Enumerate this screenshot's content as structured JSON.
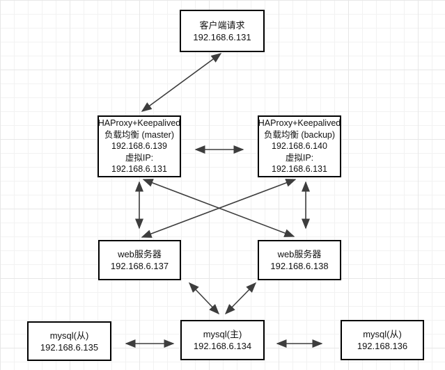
{
  "canvas": {
    "background": "#ffffff",
    "grid_color": "#e7e7e7",
    "edge_color": "#3d3d3d",
    "node_border_color": "#000000",
    "node_fill_color": "#ffffff"
  },
  "nodes": {
    "client": {
      "lines": [
        "客户端请求",
        "192.168.6.131"
      ]
    },
    "lb_master": {
      "lines": [
        "HAProxy+Keepalived",
        "负载均衡 (master)",
        "192.168.6.139",
        "虚拟IP:",
        "192.168.6.131"
      ]
    },
    "lb_backup": {
      "lines": [
        "HAProxy+Keepalived",
        "负载均衡 (backup)",
        "192.168.6.140",
        "虚拟IP:",
        "192.168.6.131"
      ]
    },
    "web_1": {
      "lines": [
        "web服务器",
        "192.168.6.137"
      ]
    },
    "web_2": {
      "lines": [
        "web服务器",
        "192.168.6.138"
      ]
    },
    "mysql_slave_left": {
      "lines": [
        "mysql(从)",
        "192.168.6.135"
      ]
    },
    "mysql_master": {
      "lines": [
        "mysql(主)",
        "192.168.6.134"
      ]
    },
    "mysql_slave_right": {
      "lines": [
        "mysql(从)",
        "192.168.136"
      ]
    }
  },
  "edges": [
    {
      "from": "client",
      "to": "lb_master",
      "bidirectional": true
    },
    {
      "from": "lb_master",
      "to": "lb_backup",
      "bidirectional": true
    },
    {
      "from": "lb_master",
      "to": "web_1",
      "bidirectional": true
    },
    {
      "from": "lb_backup",
      "to": "web_2",
      "bidirectional": true
    },
    {
      "from": "lb_master",
      "to": "web_2",
      "bidirectional": true
    },
    {
      "from": "lb_backup",
      "to": "web_1",
      "bidirectional": true
    },
    {
      "from": "web_1",
      "to": "mysql_master",
      "bidirectional": true
    },
    {
      "from": "web_2",
      "to": "mysql_master",
      "bidirectional": true
    },
    {
      "from": "mysql_slave_left",
      "to": "mysql_master",
      "bidirectional": true
    },
    {
      "from": "mysql_master",
      "to": "mysql_slave_right",
      "bidirectional": true
    }
  ]
}
